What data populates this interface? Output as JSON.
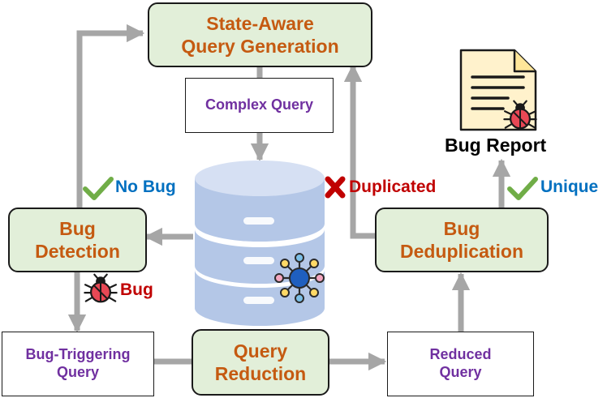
{
  "nodes": {
    "query_generation": "State-Aware\nQuery Generation",
    "complex_query": "Complex Query",
    "bug_detection": "Bug\nDetection",
    "bug_triggering_query": "Bug-Triggering\nQuery",
    "query_reduction": "Query\nReduction",
    "reduced_query": "Reduced\nQuery",
    "bug_deduplication": "Bug\nDeduplication",
    "bug_report": "Bug Report"
  },
  "edge_labels": {
    "no_bug": "No Bug",
    "bug": "Bug",
    "duplicated": "Duplicated",
    "unique": "Unique"
  },
  "colors": {
    "node_fill_green": "#e2efd9",
    "node_text_orange": "#c55a11",
    "query_text_purple": "#7030a0",
    "arrow_gray": "#a6a6a6",
    "check_green": "#70ad47",
    "label_blue": "#0070c0",
    "label_red": "#c00000",
    "database_blue": "#b4c7e7"
  },
  "icons": [
    "database-icon",
    "network-icon",
    "document-icon",
    "bug-icon",
    "check-icon",
    "cross-icon"
  ]
}
